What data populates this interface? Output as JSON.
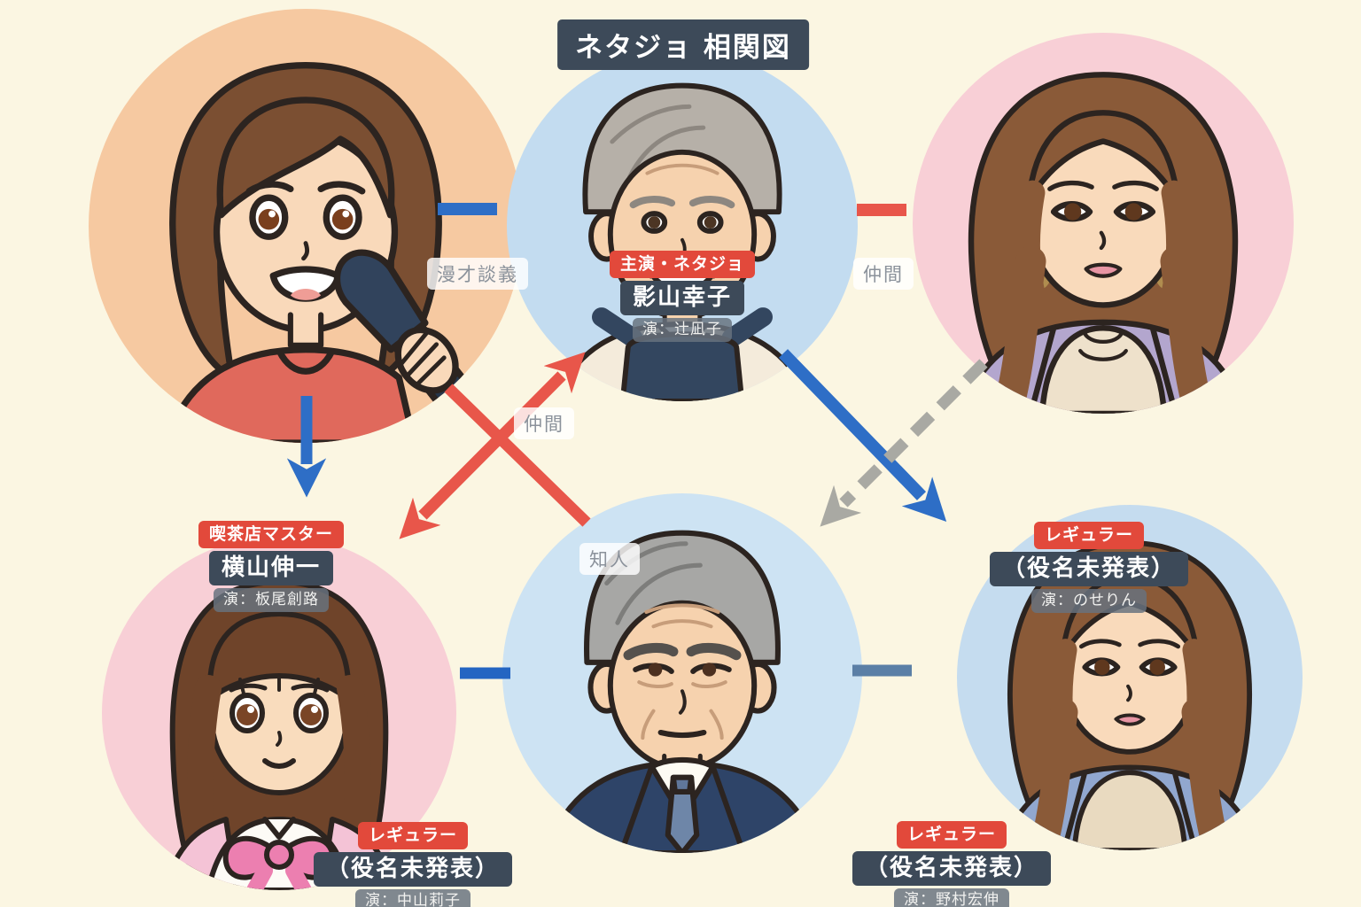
{
  "title": "ネタジョ 相関図",
  "characters": {
    "lead": {
      "role": "主演・ネタジョ",
      "name": "影山幸子",
      "actor": "演：辻凪子"
    },
    "master": {
      "role": "喫茶店マスター",
      "name": "横山伸一",
      "actor": "演：板尾創路"
    },
    "regular_noserin": {
      "role": "レギュラー",
      "name": "（役名未発表）",
      "actor": "演：のせりん"
    },
    "regular_nakayama": {
      "role": "レギュラー",
      "name": "（役名未発表）",
      "actor": "演：中山莉子"
    },
    "regular_nomura": {
      "role": "レギュラー",
      "name": "（役名未発表）",
      "actor": "演：野村宏伸"
    }
  },
  "relations": {
    "manzai_dangi": "漫才談義",
    "nakama_top": "仲間",
    "nakama_cross": "仲間",
    "chijin": "知人"
  },
  "colors": {
    "background": "#fbf6e2",
    "badge_red": "#e2493b",
    "badge_dark": "#3d4a59",
    "badge_gray": "#68727e",
    "label_text": "#8b929b",
    "arrow_blue": "#2e6ec6",
    "arrow_red": "#e8564a",
    "arrow_gray": "#a9a9a3",
    "connector_steel": "#5b7fa6",
    "circle_peach": "#f6c9a1",
    "circle_light_blue": "#c3dcf0",
    "circle_pink": "#f8cfd6"
  }
}
